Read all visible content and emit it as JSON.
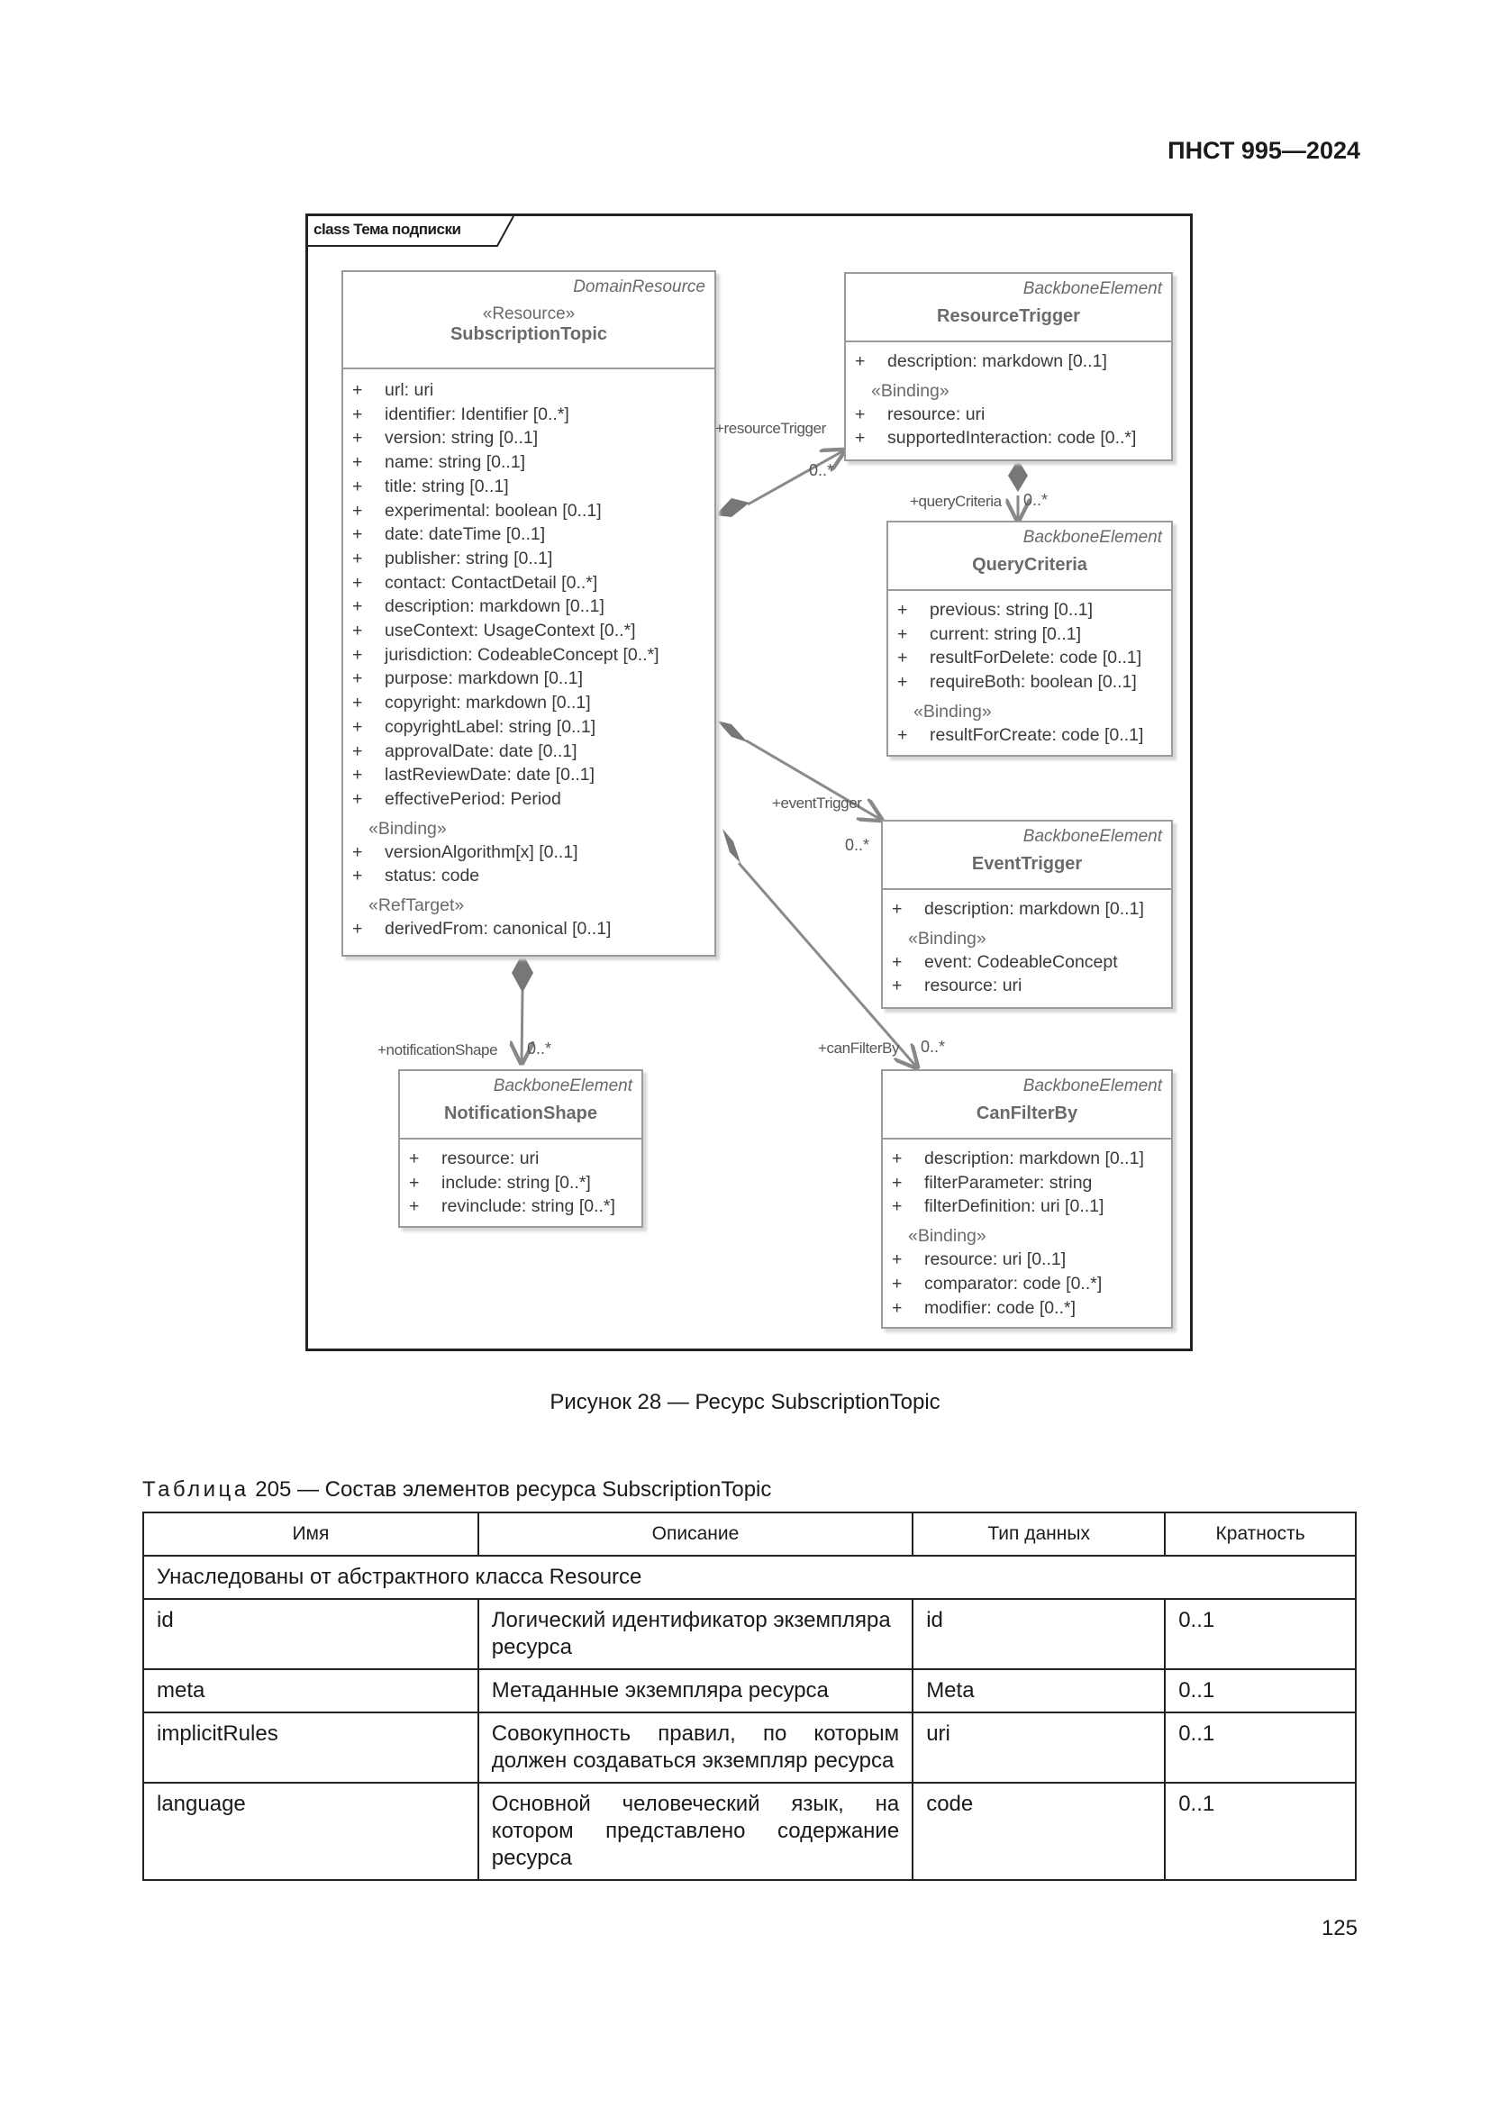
{
  "header": {
    "doc_code": "ПНСТ 995—2024"
  },
  "diagram": {
    "frame_label": "class Тема подписки",
    "classes": {
      "subscription_topic": {
        "parent": "DomainResource",
        "stereotype": "«Resource»",
        "name": "SubscriptionTopic",
        "attributes": [
          "url: uri",
          "identifier: Identifier [0..*]",
          "version: string [0..1]",
          "name: string [0..1]",
          "title: string [0..1]",
          "experimental: boolean [0..1]",
          "date: dateTime [0..1]",
          "publisher: string [0..1]",
          "contact: ContactDetail [0..*]",
          "description: markdown [0..1]",
          "useContext: UsageContext [0..*]",
          "jurisdiction: CodeableConcept [0..*]",
          "purpose: markdown [0..1]",
          "copyright: markdown [0..1]",
          "copyrightLabel: string [0..1]",
          "approvalDate: date [0..1]",
          "lastReviewDate: date [0..1]",
          "effectivePeriod: Period"
        ],
        "binding_label": "«Binding»",
        "binding_attributes": [
          "versionAlgorithm[x] [0..1]",
          "status: code"
        ],
        "reftarget_label": "«RefTarget»",
        "reftarget_attributes": [
          "derivedFrom: canonical [0..1]"
        ]
      },
      "resource_trigger": {
        "parent": "BackboneElement",
        "name": "ResourceTrigger",
        "attributes": [
          "description: markdown [0..1]"
        ],
        "binding_label": "«Binding»",
        "binding_attributes": [
          "resource: uri",
          "supportedInteraction: code [0..*]"
        ]
      },
      "query_criteria": {
        "parent": "BackboneElement",
        "name": "QueryCriteria",
        "attributes": [
          "previous: string [0..1]",
          "current: string [0..1]",
          "resultForDelete: code [0..1]",
          "requireBoth: boolean [0..1]"
        ],
        "binding_label": "«Binding»",
        "binding_attributes": [
          "resultForCreate: code [0..1]"
        ]
      },
      "event_trigger": {
        "parent": "BackboneElement",
        "name": "EventTrigger",
        "attributes": [
          "description: markdown [0..1]"
        ],
        "binding_label": "«Binding»",
        "binding_attributes": [
          "event: CodeableConcept",
          "resource: uri"
        ]
      },
      "notification_shape": {
        "parent": "BackboneElement",
        "name": "NotificationShape",
        "attributes": [
          "resource: uri",
          "include: string [0..*]",
          "revinclude: string [0..*]"
        ]
      },
      "can_filter_by": {
        "parent": "BackboneElement",
        "name": "CanFilterBy",
        "attributes": [
          "description: markdown [0..1]",
          "filterParameter: string",
          "filterDefinition: uri [0..1]"
        ],
        "binding_label": "«Binding»",
        "binding_attributes": [
          "resource: uri [0..1]",
          "comparator: code [0..*]",
          "modifier: code [0..*]"
        ]
      }
    },
    "associations": {
      "resource_trigger": {
        "role": "+resourceTrigger",
        "mult": "0..*"
      },
      "query_criteria": {
        "role": "+queryCriteria",
        "mult": "0..*"
      },
      "event_trigger": {
        "role": "+eventTrigger",
        "mult": "0..*"
      },
      "notification_shape": {
        "role": "+notificationShape",
        "mult": "0..*"
      },
      "can_filter_by": {
        "role": "+canFilterBy",
        "mult": "0..*"
      }
    }
  },
  "figure_caption": "Рисунок 28 — Ресурс SubscriptionTopic",
  "table": {
    "title_word": "Таблица",
    "title_rest": "205 — Состав элементов ресурса SubscriptionTopic",
    "headers": [
      "Имя",
      "Описание",
      "Тип данных",
      "Кратность"
    ],
    "group_row": "Унаследованы от абстрактного класса Resource",
    "rows": [
      [
        "id",
        "Логический идентификатор экземпляра ресурса",
        "id",
        "0..1"
      ],
      [
        "meta",
        "Метаданные экземпляра ресурса",
        "Meta",
        "0..1"
      ],
      [
        "implicitRules",
        "Совокупность правил, по которым должен создаваться экземпляр ресурса",
        "uri",
        "0..1"
      ],
      [
        "language",
        "Основной человеческий язык, на котором представлено содержание ресурса",
        "code",
        "0..1"
      ]
    ]
  },
  "page_number": "125"
}
